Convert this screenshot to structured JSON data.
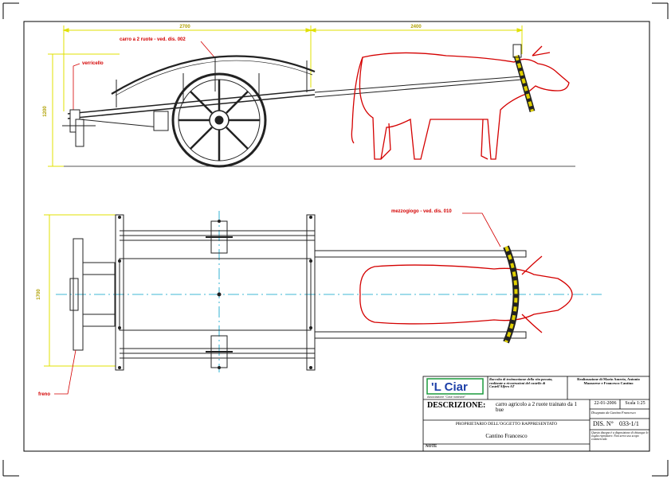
{
  "colors": {
    "border": "#000000",
    "dimension": "#e0e000",
    "annotation": "#d40000",
    "ox_outline": "#d40000",
    "centerline": "#00a0c8",
    "cart_lines": "#222222",
    "logo_green": "#1a9a3c",
    "logo_blue": "#1d3fa8"
  },
  "side_view": {
    "dim_length_cart": "2700",
    "dim_length_pole": "2400",
    "dim_height": "1200",
    "label_cart": "carro a 2 ruote - ved. dis. 002",
    "label_vertical": "verricello"
  },
  "top_view": {
    "dim_width": "1700",
    "label_yoke": "mezzogiogo - ved. dis. 010",
    "label_brake": "freno"
  },
  "title_block": {
    "logo_text": "'L Ciar",
    "logo_subtitle": "Associazione \"Cose nostrane\"",
    "collection_text": "Raccolta di testimonianze della vita passata, realizzate a ricostruzioni del castello di Castell'Alfero AT",
    "authors_text": "Realizzazione di Mario Amerio, Antonio Mazzarese e Francesco Cantino",
    "description_label": "DESCRIZIONE:",
    "description_value": "carro agricolo a 2 ruote trainato da 1 bue",
    "date": "22-01-2006",
    "scale": "Scala 1:25",
    "drawn_by": "Disegnato da Cantino Francesco",
    "owner_label": "PROPRIETARIO DELL'OGGETTO RAPPRESENTATO",
    "owner_value": "Cantino Francesco",
    "dis_label": "DIS. N°",
    "dis_value": "033-1/1",
    "notice": "Questo disegno è a disposizione di chiunque lo voglia riprodurre. Non serve uso scopo commerciale.",
    "note_label": "NOTE"
  }
}
